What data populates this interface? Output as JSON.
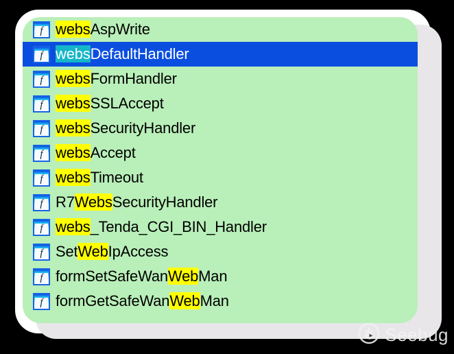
{
  "window": {
    "background_color": "#000000",
    "frame_color": "#ffffff",
    "frame_inner_color": "#e8e6e9"
  },
  "function_list": {
    "name": "function-list",
    "background_color": "#b9efb9",
    "highlight_color": "#ffff00",
    "selection_color": "#0a4ee0",
    "selection_highlight_color": "#14b6c8",
    "icon_name": "function-icon",
    "icon_glyph": "f",
    "rows": [
      {
        "name": "websAspWrite",
        "selected": false,
        "segments": [
          {
            "text": "webs",
            "highlight": true
          },
          {
            "text": "AspWrite",
            "highlight": false
          }
        ]
      },
      {
        "name": "websDefaultHandler",
        "selected": true,
        "segments": [
          {
            "text": "webs",
            "highlight": true
          },
          {
            "text": "DefaultHandler",
            "highlight": false
          }
        ]
      },
      {
        "name": "websFormHandler",
        "selected": false,
        "segments": [
          {
            "text": "webs",
            "highlight": true
          },
          {
            "text": "FormHandler",
            "highlight": false
          }
        ]
      },
      {
        "name": "websSSLAccept",
        "selected": false,
        "segments": [
          {
            "text": "webs",
            "highlight": true
          },
          {
            "text": "SSLAccept",
            "highlight": false
          }
        ]
      },
      {
        "name": "websSecurityHandler",
        "selected": false,
        "segments": [
          {
            "text": "webs",
            "highlight": true
          },
          {
            "text": "SecurityHandler",
            "highlight": false
          }
        ]
      },
      {
        "name": "websAccept",
        "selected": false,
        "segments": [
          {
            "text": "webs",
            "highlight": true
          },
          {
            "text": "Accept",
            "highlight": false
          }
        ]
      },
      {
        "name": "websTimeout",
        "selected": false,
        "segments": [
          {
            "text": "webs",
            "highlight": true
          },
          {
            "text": "Timeout",
            "highlight": false
          }
        ]
      },
      {
        "name": "R7WebsSecurityHandler",
        "selected": false,
        "segments": [
          {
            "text": "R7",
            "highlight": false
          },
          {
            "text": "Webs",
            "highlight": true
          },
          {
            "text": "SecurityHandler",
            "highlight": false
          }
        ]
      },
      {
        "name": "webs_Tenda_CGI_BIN_Handler",
        "selected": false,
        "segments": [
          {
            "text": "webs",
            "highlight": true
          },
          {
            "text": "_Tenda_CGI_BIN_Handler",
            "highlight": false
          }
        ]
      },
      {
        "name": "SetWebIpAccess",
        "selected": false,
        "segments": [
          {
            "text": "Set",
            "highlight": false
          },
          {
            "text": "Web",
            "highlight": true
          },
          {
            "text": "IpAccess",
            "highlight": false
          }
        ]
      },
      {
        "name": "formSetSafeWanWebMan",
        "selected": false,
        "segments": [
          {
            "text": "formSetSafeWan",
            "highlight": false
          },
          {
            "text": "Web",
            "highlight": true
          },
          {
            "text": "Man",
            "highlight": false
          }
        ]
      },
      {
        "name": "formGetSafeWanWebMan",
        "selected": false,
        "segments": [
          {
            "text": "formGetSafeWan",
            "highlight": false
          },
          {
            "text": "Web",
            "highlight": true
          },
          {
            "text": "Man",
            "highlight": false
          }
        ]
      }
    ]
  },
  "watermark": {
    "text": "Seebug",
    "logo_name": "seebug-logo-icon"
  }
}
